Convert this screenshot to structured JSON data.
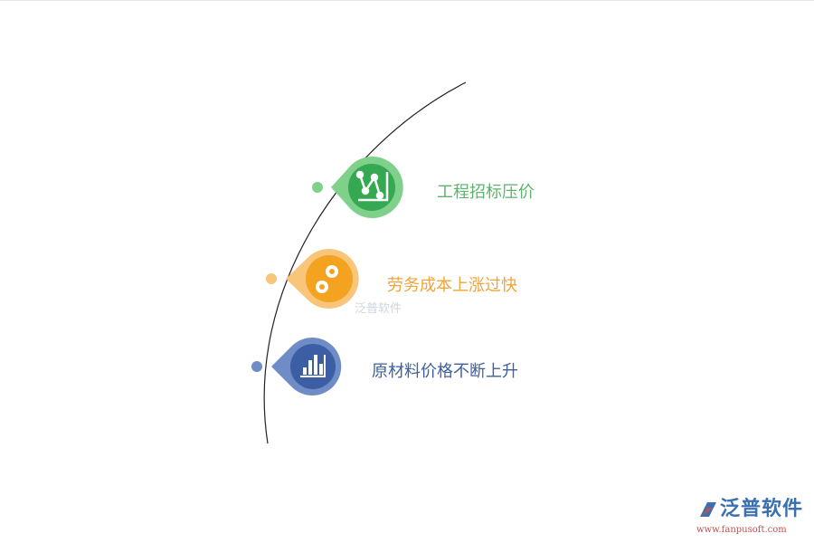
{
  "items": [
    {
      "label": "工程招标压价",
      "color": "#5bb56a",
      "icon": "line-chart-icon"
    },
    {
      "label": "劳务成本上涨过快",
      "color": "#f0a43a",
      "icon": "gears-icon"
    },
    {
      "label": "原材料价格不断上升",
      "color": "#3f5f9e",
      "icon": "bar-chart-icon"
    }
  ],
  "watermark": "泛普软件",
  "logo": {
    "name": "泛普软件",
    "url": "www.fanpusoft.com"
  }
}
